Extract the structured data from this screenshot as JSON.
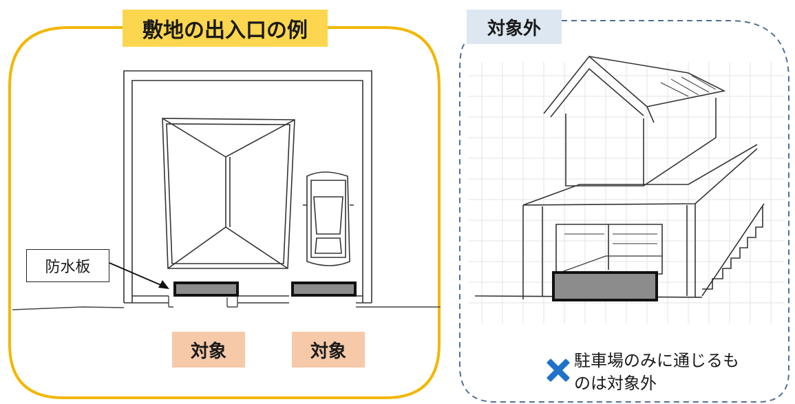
{
  "left_panel": {
    "title": "敷地の出入口の例",
    "callout_label": "防水板",
    "targets": [
      "対象",
      "対象"
    ]
  },
  "right_panel": {
    "title": "対象外",
    "note_line1": "駐車場のみに通じるも",
    "note_line2": "のは対象外",
    "note_icon": "cross-mark-icon"
  },
  "colors": {
    "frame_yellow": "#f2b705",
    "title_yellow": "#fcd64e",
    "target_peach": "#f6c9a8",
    "frame_blue": "#4f6f94",
    "title_blue": "#dde7f2",
    "board_gray": "#8c8c8c",
    "x_blue": "#1e72c8"
  }
}
